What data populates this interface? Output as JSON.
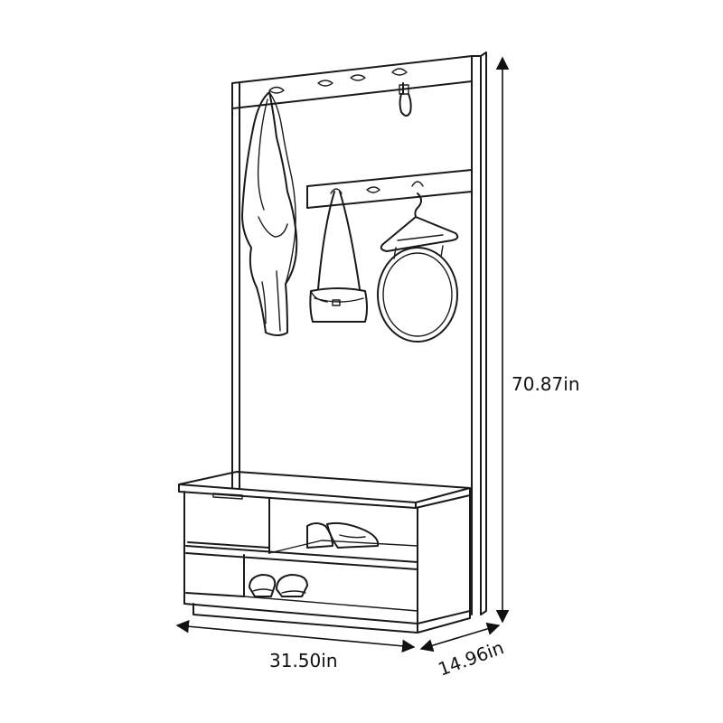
{
  "dimensions": {
    "height": "70.87in",
    "width": "31.50in",
    "depth": "14.96in"
  },
  "colors": {
    "stroke": "#1a1a1a",
    "background": "#ffffff"
  },
  "icons": [
    "coat-hook-icon",
    "arrowhead-icon"
  ]
}
